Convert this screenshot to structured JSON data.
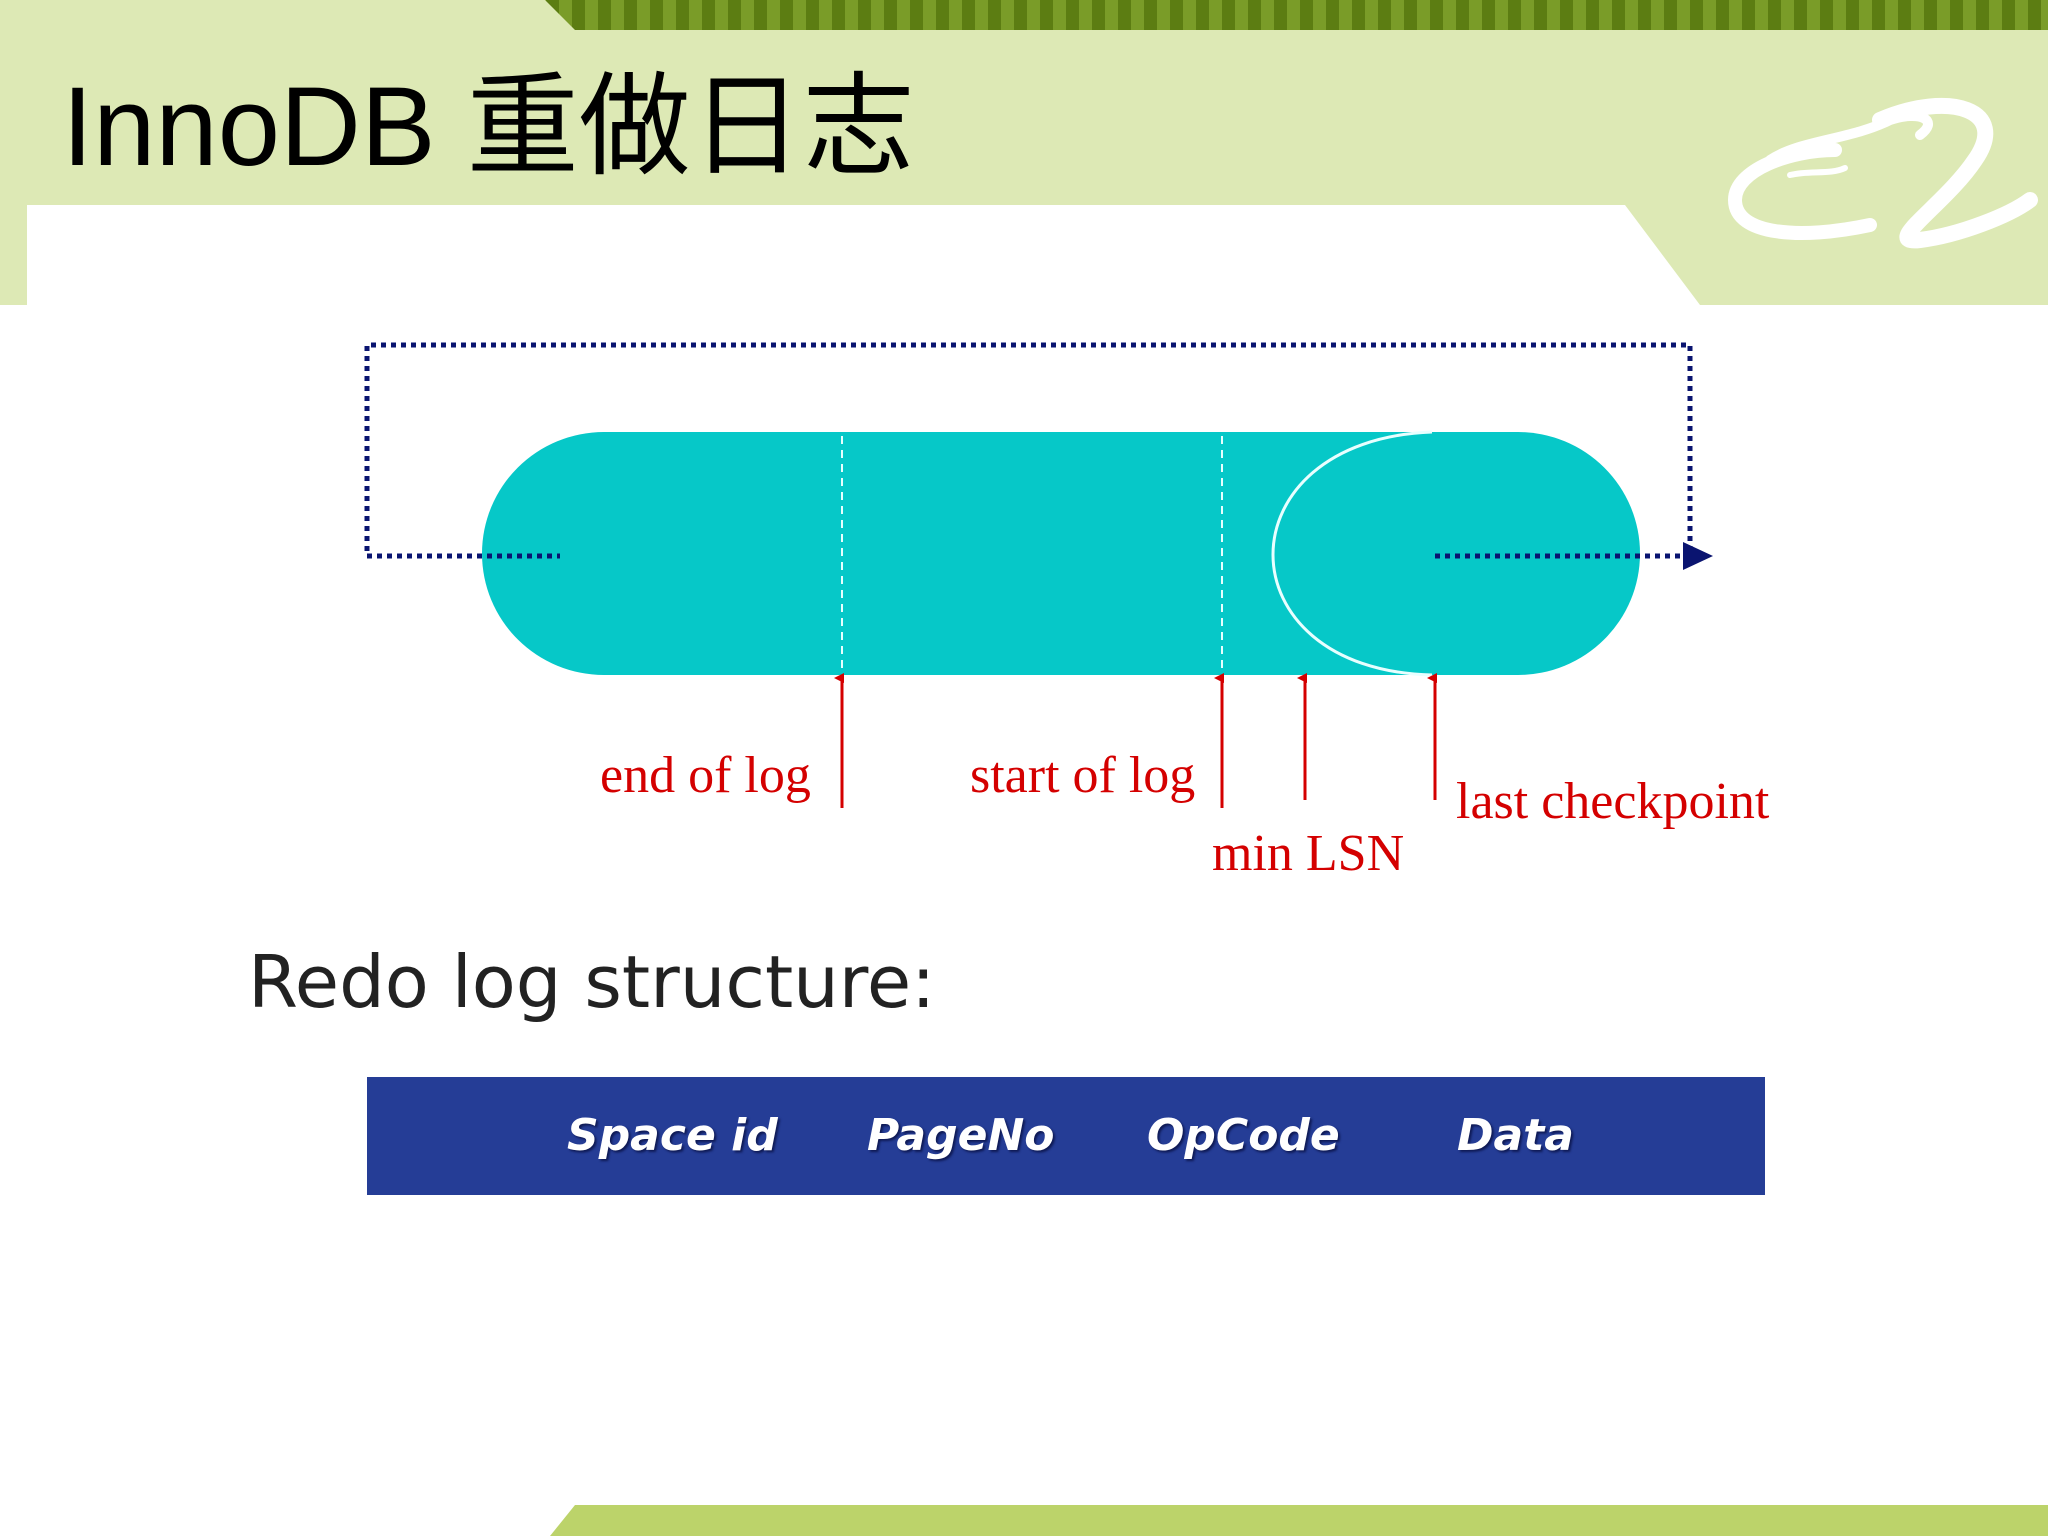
{
  "slide": {
    "title": "InnoDB 重做日志",
    "colors": {
      "header_green": "#dde9b5",
      "stripe_green": "#6a8e1c",
      "footer_green": "#bcd36a",
      "log_buffer": "#06c8c8",
      "marker_red": "#d40000",
      "loop_arrow": "#0a1470",
      "structure_bar": "#253d96"
    },
    "logo_icon": "alibaba-logo-icon"
  },
  "diagram": {
    "labels": {
      "end_of_log": "end of log",
      "start_of_log": "start of log",
      "min_lsn": "min LSN",
      "last_checkpoint": "last checkpoint"
    }
  },
  "structure": {
    "heading": "Redo log structure:",
    "fields": [
      "Space id",
      "PageNo",
      "OpCode",
      "Data"
    ]
  }
}
